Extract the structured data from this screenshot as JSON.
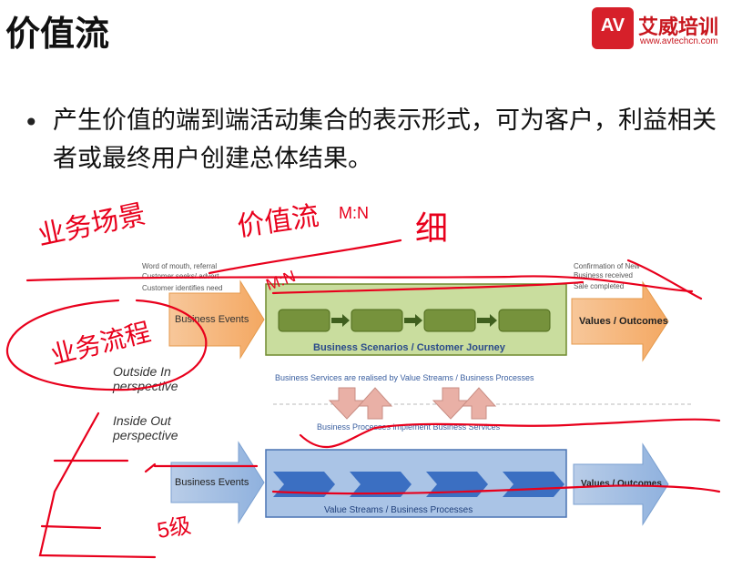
{
  "slide": {
    "title": "价值流",
    "bullet": "•",
    "bullet_text": "产生价值的端到端活动集合的表示形式，可为客户，利益相关者或最终用户创建总体结果。"
  },
  "brand": {
    "logo_text": "AV",
    "name": "艾威培训",
    "url": "www.avtechcn.com",
    "color": "#d6202a"
  },
  "diagram": {
    "top_left_notes": [
      "Word of mouth, referral",
      "Customer seeks/ advert",
      "Customer identifies need"
    ],
    "top_right_notes": [
      "Confirmation of New",
      "Business received",
      "Sale completed"
    ],
    "business_events_top": "Business Events",
    "values_outcomes_top": "Values / Outcomes",
    "scenarios_label": "Business Scenarios / Customer Journey",
    "outside_in": "Outside In perspective",
    "inside_out": "Inside Out perspective",
    "realised_text": "Business Services are realised by Value Streams / Business Processes",
    "implement_text": "Business Processes implement Business Services",
    "business_events_bottom": "Business Events",
    "values_outcomes_bottom": "Values / Outcomes",
    "value_streams_label": "Value Streams / Business Processes"
  },
  "handwriting": {
    "top_left": "业务场景",
    "top_middle": "价值流",
    "m_n_1": "M:N",
    "m_n_2": "M:N",
    "top_right": "细",
    "left_circle": "业务流程",
    "five_level": "5级"
  }
}
